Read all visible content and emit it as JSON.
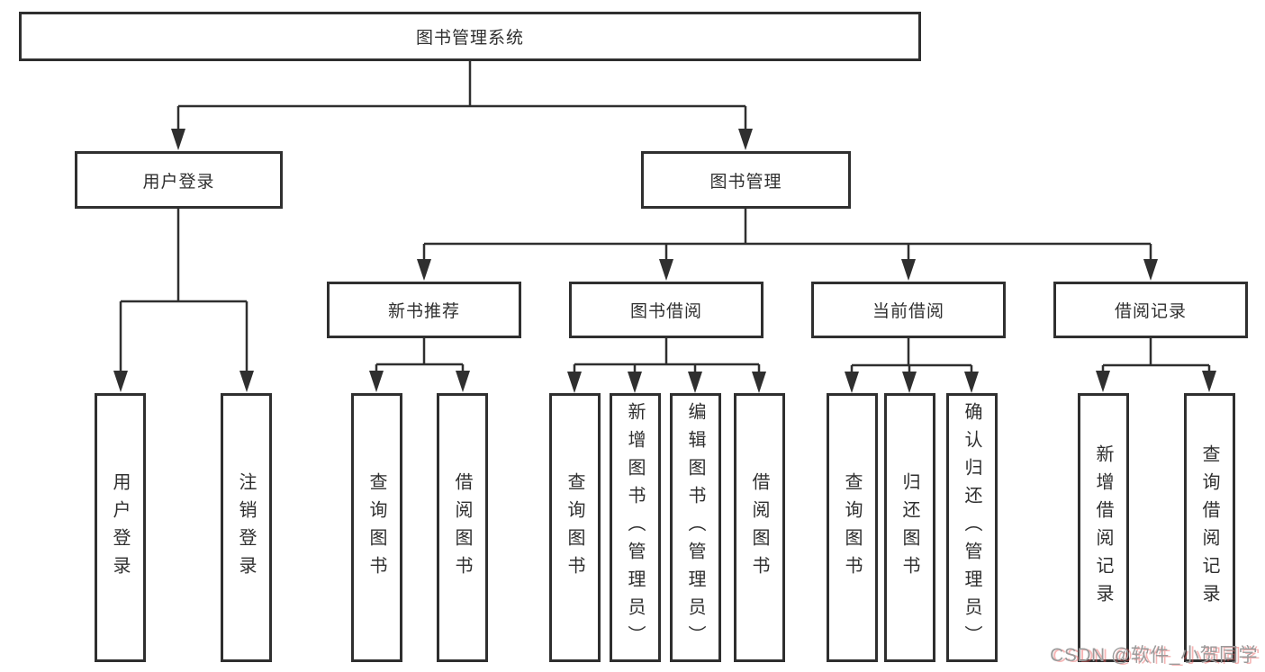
{
  "diagram": {
    "root": {
      "label": "图书管理系统",
      "children": [
        {
          "label": "用户登录",
          "children": [
            {
              "label": "用户登录"
            },
            {
              "label": "注销登录"
            }
          ]
        },
        {
          "label": "图书管理",
          "children": [
            {
              "label": "新书推荐",
              "children": [
                {
                  "label": "查询图书"
                },
                {
                  "label": "借阅图书"
                }
              ]
            },
            {
              "label": "图书借阅",
              "children": [
                {
                  "label": "查询图书"
                },
                {
                  "label": "新增图书（管理员）"
                },
                {
                  "label": "编辑图书（管理员）"
                },
                {
                  "label": "借阅图书"
                }
              ]
            },
            {
              "label": "当前借阅",
              "children": [
                {
                  "label": "查询图书"
                },
                {
                  "label": "归还图书"
                },
                {
                  "label": "确认归还（管理员）"
                }
              ]
            },
            {
              "label": "借阅记录",
              "children": [
                {
                  "label": "新增借阅记录"
                },
                {
                  "label": "查询借阅记录"
                }
              ]
            }
          ]
        }
      ]
    },
    "watermark": "CSDN @软件_小贺同学"
  }
}
